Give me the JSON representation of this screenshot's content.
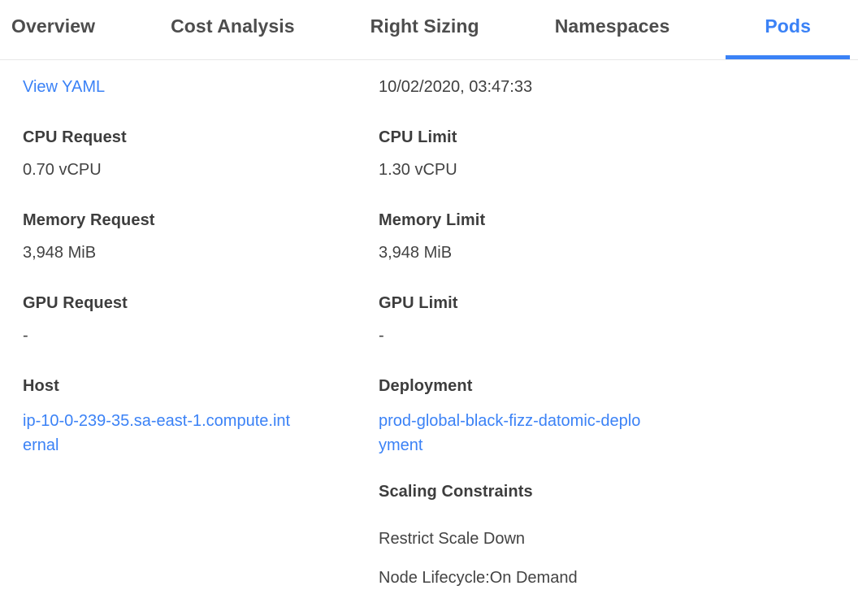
{
  "colors": {
    "accent": "#3b82f6",
    "tab_text": "#4d4d4d",
    "divider": "#e8e8e8"
  },
  "tabs": [
    {
      "label": "Overview",
      "active": false
    },
    {
      "label": "Cost Analysis",
      "active": false
    },
    {
      "label": "Right Sizing",
      "active": false
    },
    {
      "label": "Namespaces",
      "active": false
    },
    {
      "label": "Pods",
      "active": true
    }
  ],
  "details": {
    "view_yaml_label": "View YAML",
    "timestamp": "10/02/2020, 03:47:33",
    "left_fields": [
      {
        "label": "CPU Request",
        "value": "0.70 vCPU"
      },
      {
        "label": "Memory Request",
        "value": "3,948 MiB"
      },
      {
        "label": "GPU Request",
        "value": "-"
      },
      {
        "label": "Host",
        "value": "ip-10-0-239-35.sa-east-1.compute.internal"
      }
    ],
    "right_fields": [
      {
        "label": "CPU Limit",
        "value": "1.30 vCPU"
      },
      {
        "label": "Memory Limit",
        "value": "3,948 MiB"
      },
      {
        "label": "GPU Limit",
        "value": "-"
      },
      {
        "label": "Deployment",
        "value": "prod-global-black-fizz-datomic-deployment"
      }
    ],
    "scaling": {
      "label": "Scaling Constraints",
      "items": [
        "Restrict Scale Down",
        "Node Lifecycle:On Demand"
      ]
    }
  }
}
